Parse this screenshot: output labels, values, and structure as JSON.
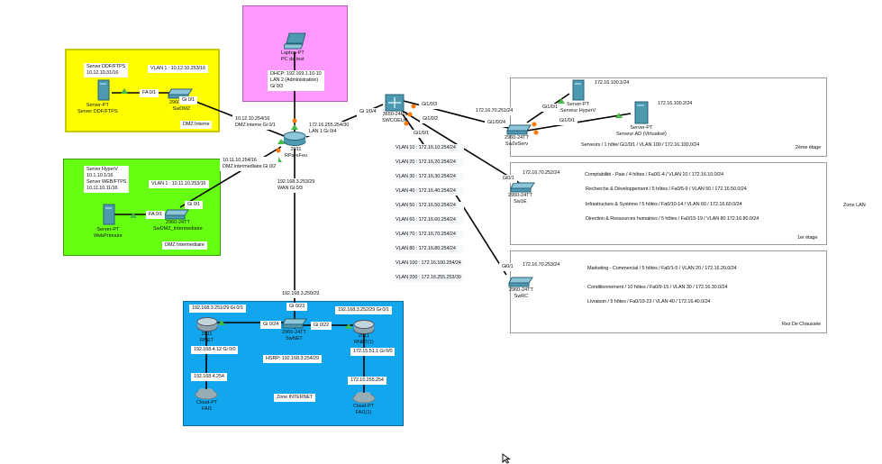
{
  "zones": {
    "dmz_interne": {
      "title": "DMZ Interne",
      "color": "#ffff00"
    },
    "pc_test": {
      "color": "#ff99ff"
    },
    "dmz_intermediaire": {
      "title": "DMZ Intermediaire",
      "color": "#66ff11"
    },
    "internet": {
      "title": "Zone INTERNET",
      "color": "#11a6ee"
    },
    "etage2": {
      "title": "2ème étage"
    },
    "etage1": {
      "title": "1er étage"
    },
    "rdc": {
      "title": "Rez De Chaussée"
    },
    "lan_label": "Zone LAN"
  },
  "devices": {
    "server_ddf": {
      "type": "Server-PT",
      "name": "Server DDF/FTPS"
    },
    "swdmz": {
      "type": "2960-24TT",
      "name": "SwDMZ"
    },
    "laptop": {
      "type": "Laptop-PT",
      "name": "PC de test"
    },
    "webprimaire": {
      "type": "Server-PT",
      "name": "WebPrimaire"
    },
    "swdmz_inter": {
      "type": "2960-24TT",
      "name": "SwDMZ_Intermediaire"
    },
    "rpareu": {
      "type": "2911",
      "name": "RPareFeu"
    },
    "swcoeur": {
      "type": "3650-24PS",
      "name": "SWCOEUR"
    },
    "sw2eserv": {
      "type": "2960-24TT",
      "name": "Sw2eServ"
    },
    "hyperv": {
      "type": "Server-PT",
      "name": "Serveur HyperV"
    },
    "ad": {
      "type": "Server-PT",
      "name": "Serveur AD (Virtualisé)"
    },
    "sw1e": {
      "type": "2960-24TT",
      "name": "Sw1E"
    },
    "swrc": {
      "type": "2960-24TT",
      "name": "SwRC"
    },
    "rnet": {
      "type": "2911",
      "name": "RNET"
    },
    "rnet1": {
      "type": "2911",
      "name": "RNET(1)"
    },
    "swnet": {
      "type": "2960-24TT",
      "name": "SwNET"
    },
    "fai1": {
      "type": "Cloud-PT",
      "name": "FAI1"
    },
    "fai1_1": {
      "type": "Cloud-PT",
      "name": "FAI1(1)"
    }
  },
  "labels": {
    "server_ddf_info": [
      "Server DDF/FTPS",
      "10.12.10.31/16"
    ],
    "vlan1_dmz": "VLAN 1 : 10.12.10.253/16",
    "fa01_dmz": "FA 0/1",
    "gi01_dmz": "Gi 0/1",
    "laptop_info": [
      "DHCP: 192.169.1.10-10",
      "LAN 2 (Administration)",
      "Gi 0/3"
    ],
    "hyperv_web_info": [
      "Server HyperV",
      "10.1.10.1/16",
      "Server WEB/FTPS",
      "10.11.10.11/16"
    ],
    "vlan1_inter": "VLAN 1 : 10.11.10.253/16",
    "fa01_inter": "FA 0/1",
    "gi01_inter": "Gi 0/1",
    "r_dmz_interne": [
      "10.12.10.254/16",
      "DMZ interne Gi 0/1"
    ],
    "r_dmz_inter": [
      "10.11.10.254/16",
      "DMZ intermediaire Gi 0/2"
    ],
    "r_lan": [
      "172.16.255.254/30",
      "LAN 1 Gi 0/4"
    ],
    "r_wan": [
      "192.168.3.253/29",
      "WAN Gi 0/3"
    ],
    "gi104": "Gi 1/0/4",
    "gi103": "Gi1/0/3",
    "gi102": "Gi1/0/2",
    "gi101": "Gi1/0/1",
    "vlans": [
      "VLAN 10 : 172.16.10.254/24",
      "VLAN 20 : 172.16.20.254/24",
      "VLAN 30 : 172.16.30.254/24",
      "VLAN 40 : 172.16.40.254/24",
      "VLAN 50 : 172.16.50.254/24",
      "VLAN 60 : 172.16.60.254/24",
      "VLAN 70 : 172.16.70.254/24",
      "VLAN 80 : 172.16.80.254/24",
      "VLAN 100 : 172.16.100.254/24",
      "VLAN 200 : 172.16.255.253/30"
    ],
    "sw2eserv_ip": "172.16.70.251/24",
    "sw2eserv_gi024": "Gi1/0/24",
    "hyperv_gi": "Gi1/0/1",
    "ad_gi": "Gi1/0/1",
    "hyperv_ip": "172.16.100.1/24",
    "ad_ip": "172.16.100.2/24",
    "etage2_desc": "Serveurs / 1 hôte/ Gi1/0/1 / VLAN 100 / 172.16.100.0/24",
    "sw1e_gi": "Gi0/1",
    "sw1e_ip": "172.16.70.252/24",
    "etage1_desc": [
      "Comptabilité - Paie / 4 hôtes / Fa0/1-4 / VLAN 10 / 172.16.10.0/24",
      "Recherche & Développement / 5 hôtes / Fa0/5-9 / VLAN 50 / 172.16.50.0/24",
      "Infrastructure & Système / 5 hôtes / Fa0/10-14 / VLAN 60 / 172.16.60.0/24",
      "Direction & Ressources humaines / 5 hôtes / Fa0/15-19 / VLAN 80 172.16.80.0/24"
    ],
    "swrc_gi": "Gi0/1",
    "swrc_ip": "172.16.70.253/24",
    "rdc_desc": [
      "Marketing - Commercial / 5 hôtes / Fa0/1-5 / VLAN 20 / 172.16.20.0/24",
      "Conditionnement / 10 hôtes / Fa0/9-15 / VLAN 30 / 172.16.30.0/24",
      "Livraison / 5 hôtes / Fa0/19-23 / VLAN 40 / 172.16.40.0/24"
    ],
    "wan_swnet": "192.168.3.250/29",
    "swnet_gi023": "Gi 0/23",
    "swnet_gi024": "Gi 0/24",
    "swnet_gi022": "Gi 0/22",
    "rnet_gi01": "192.168.3.251/29 Gi 0/1",
    "rnet1_gi01": "192.168.3.252/29 Gi 0/1",
    "rnet_gi00": "192.168.4.12  Gi 0/0",
    "rnet1_gi00": "172.15.51.1 Gi 0/0",
    "hsrp": "HSRP: 192.168.3.254/29",
    "fai1_ip": "192.168.4.254",
    "fai1_1_ip": "172.15.255.254"
  }
}
